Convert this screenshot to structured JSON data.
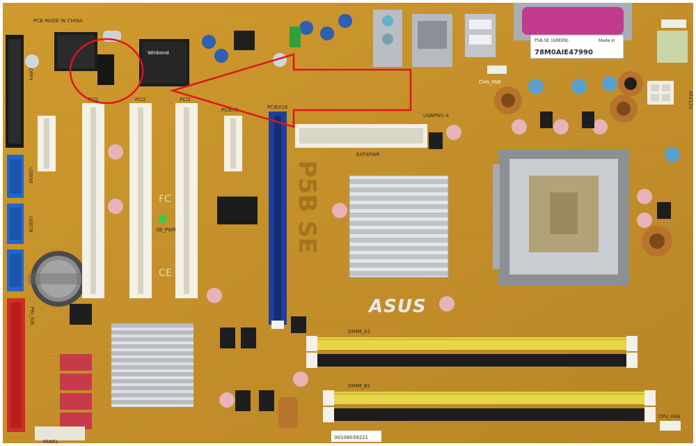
{
  "board": {
    "pcb_made_in": "PCB MADE IN CHINA",
    "chip_brand": "Winbond",
    "model_silk": "P5B SE",
    "brand_logo": "ASUS",
    "sticker": {
      "line1": "P5B-SE (GREEN)",
      "serial": "78M0AIE47990",
      "made_line": "Made in"
    },
    "barcode_label": "00106039221",
    "labels": {
      "floppy": "FLOPPY",
      "panel": "PANEL",
      "cpu_fan": "CPU_FAN",
      "cha_fan": "CHA_FAN",
      "usbpw": "USBPW1-4",
      "atx12v": "ATX12V",
      "eatxpwr": "EATXPWR",
      "pci1": "PCI1",
      "pci2": "PCI2",
      "pci3": "PCI3",
      "pciex1": "PCIEX1",
      "pciex16": "PCIEX16",
      "usb56": "USB56",
      "usb78": "USB78",
      "sb_pwr": "SB_PWR",
      "dimm_a1": "DIMM_A1",
      "dimm_b1": "DIMM_B1",
      "pri_ide": "PRI_IDE",
      "fc": "FC",
      "ce": "CE"
    }
  },
  "colors": {
    "pcb": "#c8942a",
    "annotation": "#e0141e",
    "pci_slot": "#f4f1e6",
    "pcie_slot": "#1f3f9a",
    "dimm_slot": "#e8d648",
    "sata": "#c83a4a",
    "ide": "#d42a2a",
    "usb_header": "#2266cc"
  }
}
